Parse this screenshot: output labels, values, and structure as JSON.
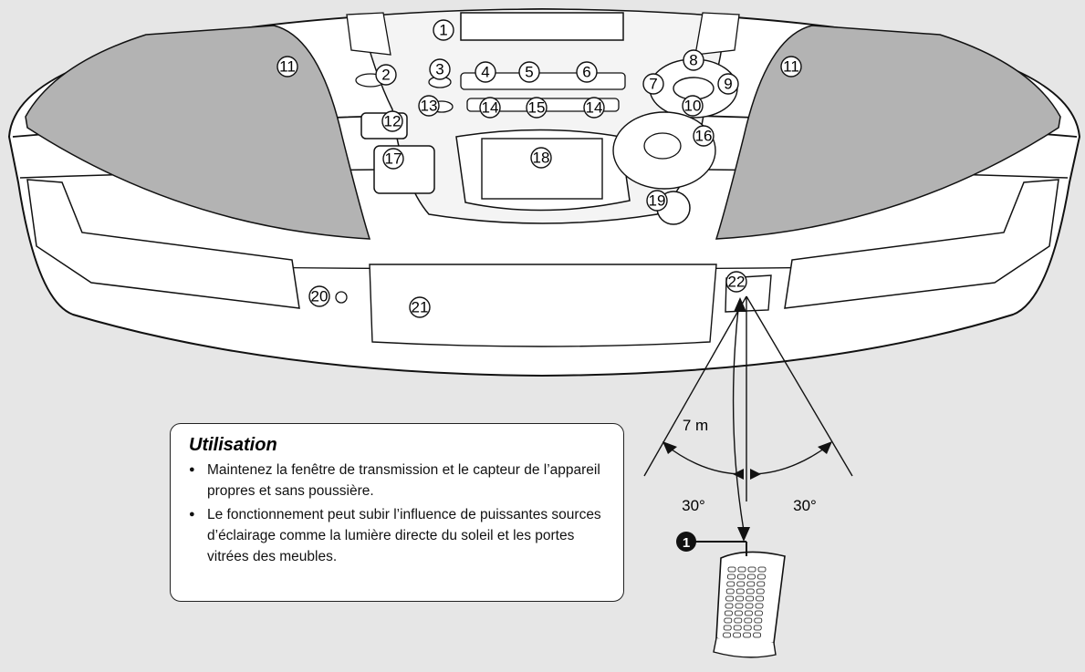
{
  "callouts": [
    {
      "id": "1",
      "label": "1",
      "target": "cd-lid"
    },
    {
      "id": "2",
      "label": "2",
      "target": "button"
    },
    {
      "id": "3",
      "label": "3",
      "target": "button"
    },
    {
      "id": "4",
      "label": "4",
      "target": "button"
    },
    {
      "id": "5",
      "label": "5",
      "target": "button"
    },
    {
      "id": "6",
      "label": "6",
      "target": "button"
    },
    {
      "id": "7",
      "label": "7",
      "target": "nav-left"
    },
    {
      "id": "8",
      "label": "8",
      "target": "nav-up"
    },
    {
      "id": "9",
      "label": "9",
      "target": "nav-right"
    },
    {
      "id": "10",
      "label": "10",
      "target": "nav-down"
    },
    {
      "id": "11a",
      "label": "11",
      "target": "speaker-left"
    },
    {
      "id": "11b",
      "label": "11",
      "target": "speaker-right"
    },
    {
      "id": "12",
      "label": "12",
      "target": "button"
    },
    {
      "id": "13",
      "label": "13",
      "target": "button"
    },
    {
      "id": "14a",
      "label": "14",
      "target": "button"
    },
    {
      "id": "15",
      "label": "15",
      "target": "button"
    },
    {
      "id": "14b",
      "label": "14",
      "target": "button"
    },
    {
      "id": "16",
      "label": "16",
      "target": "volume-dial"
    },
    {
      "id": "17",
      "label": "17",
      "target": "button"
    },
    {
      "id": "18",
      "label": "18",
      "target": "display"
    },
    {
      "id": "19",
      "label": "19",
      "target": "button"
    },
    {
      "id": "20",
      "label": "20",
      "target": "headphone-jack"
    },
    {
      "id": "21",
      "label": "21",
      "target": "cassette-panel"
    },
    {
      "id": "22",
      "label": "22",
      "target": "remote-sensor"
    }
  ],
  "remote_marker": {
    "label": "1"
  },
  "range": {
    "distance": "7 m",
    "angle_left": "30°",
    "angle_right": "30°"
  },
  "note": {
    "title": "Utilisation",
    "items": [
      "Maintenez la fenêtre de transmission et le capteur de l’appareil propres et sans poussière.",
      "Le fonctionnement peut subir l’influence de puissantes sources d’éclairage comme la lumière directe du soleil et les portes vitrées des meubles."
    ]
  }
}
